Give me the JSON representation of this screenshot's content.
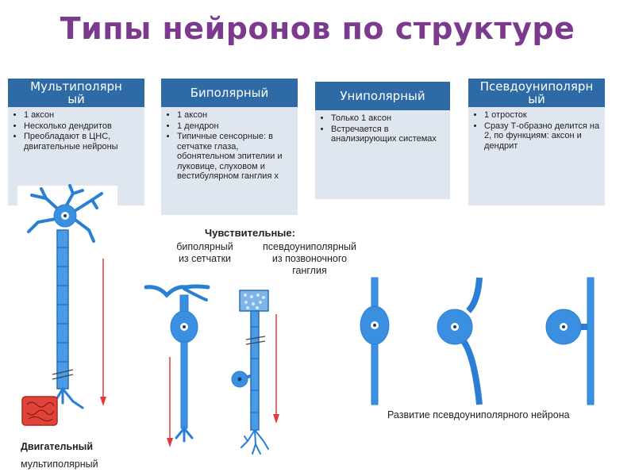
{
  "title": "Типы нейронов по структуре",
  "cards": [
    {
      "head_l1": "Мультиполярн",
      "head_l2": "ый",
      "bullets": [
        "1 аксон",
        "Несколько дендритов",
        "Преобладают в ЦНС, двигательные нейроны"
      ]
    },
    {
      "head_l1": "Биполярный",
      "head_l2": "",
      "bullets": [
        "1 аксон",
        "1 дендрон",
        "Типичные сенсорные: в сетчатке глаза, обонятельном эпителии и луковице, слуховом и вестибулярном ганглия х"
      ]
    },
    {
      "head_l1": "Униполярный",
      "head_l2": "",
      "bullets": [
        "Только 1 аксон",
        "Встречается в анализирующих системах"
      ]
    },
    {
      "head_l1": "Псевдоуниполярн",
      "head_l2": "ый",
      "bullets": [
        "1 отросток",
        "Сразу Т-образно делится на 2, по функциям: аксон и дендрит"
      ]
    }
  ],
  "labels": {
    "sensory": "Чувствительные:",
    "bipolar_l1": "биполярный",
    "bipolar_l2": "из сетчатки",
    "pseudo_l1": "псевдоуниполярный",
    "pseudo_l2": "из позвоночного",
    "pseudo_l3": "ганглия",
    "motor_l1": "Двигательный",
    "motor_l2": "мультиполярный",
    "development": "Развитие псевдоуниполярного нейрона"
  },
  "colors": {
    "title": "#7b3a8e",
    "card_header": "#2e6ba6",
    "card_body": "#dfe6ef",
    "neuron": "#3a8fe0",
    "arrow": "#e03a3a",
    "muscle": "#e0433a"
  }
}
